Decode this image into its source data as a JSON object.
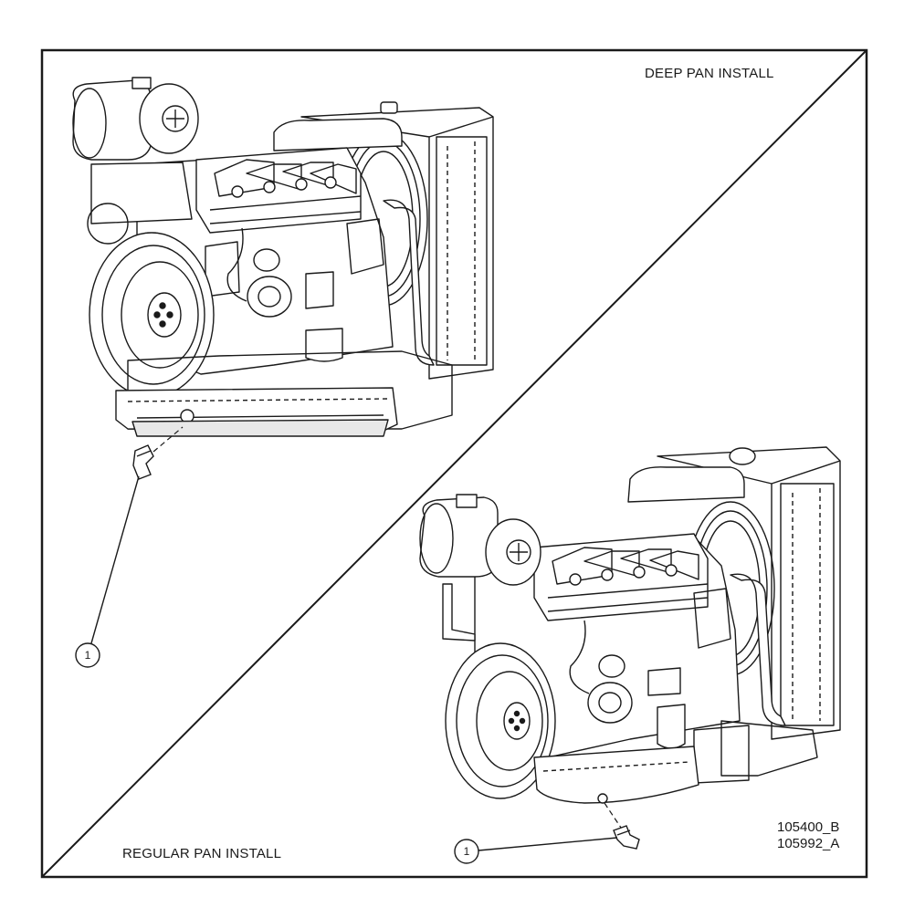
{
  "labels": {
    "deep_pan": "DEEP PAN INSTALL",
    "regular_pan": "REGULAR PAN INSTALL"
  },
  "callouts": {
    "top": "1",
    "bottom": "1"
  },
  "drawing_numbers": {
    "line1": "105400_B",
    "line2": "105992_A"
  },
  "colors": {
    "line": "#1a1a1a",
    "background": "#ffffff"
  }
}
